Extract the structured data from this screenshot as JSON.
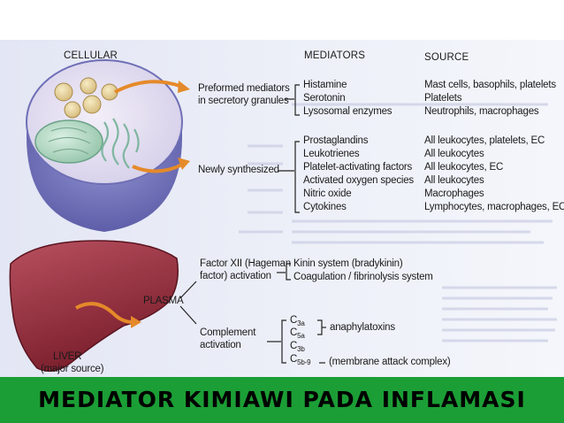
{
  "headers": {
    "cellular": "CELLULAR",
    "mediators": "MEDIATORS",
    "source": "SOURCE"
  },
  "cellular": {
    "preformed": {
      "line1": "Preformed mediators",
      "line2": "in secretory granules"
    },
    "preformed_mediators": [
      "Histamine",
      "Serotonin",
      "Lysosomal enzymes"
    ],
    "preformed_sources": [
      "Mast cells, basophils, platelets",
      "Platelets",
      "Neutrophils, macrophages"
    ],
    "newly": "Newly synthesized",
    "newly_mediators": [
      "Prostaglandins",
      "Leukotrienes",
      "Platelet-activating factors",
      "Activated oxygen species",
      "Nitric oxide",
      "Cytokines"
    ],
    "newly_sources": [
      "All leukocytes, platelets, EC",
      "All leukocytes",
      "All leukocytes, EC",
      "All leukocytes",
      "Macrophages",
      "Lymphocytes, macrophages, EC"
    ]
  },
  "plasma": {
    "label": "PLASMA",
    "factor": {
      "line1": "Factor XII (Hageman",
      "line2": "factor) activation"
    },
    "factor_items": [
      "Kinin system (bradykinin)",
      "Coagulation / fibrinolysis system"
    ],
    "complement": {
      "line1": "Complement",
      "line2": "activation"
    },
    "c_items": [
      {
        "base": "C",
        "sub": "3a"
      },
      {
        "base": "C",
        "sub": "5a"
      },
      {
        "base": "C",
        "sub": "3b"
      },
      {
        "base": "C",
        "sub": "5b-9"
      }
    ],
    "anaphylatoxins": "anaphylatoxins",
    "mac": "(membrane attack complex)"
  },
  "liver": {
    "line1": "LIVER",
    "line2": "(major source)"
  },
  "banner": {
    "text": "MEDIATOR KIMIAWI PADA INFLAMASI",
    "color": "#1b9e35"
  }
}
